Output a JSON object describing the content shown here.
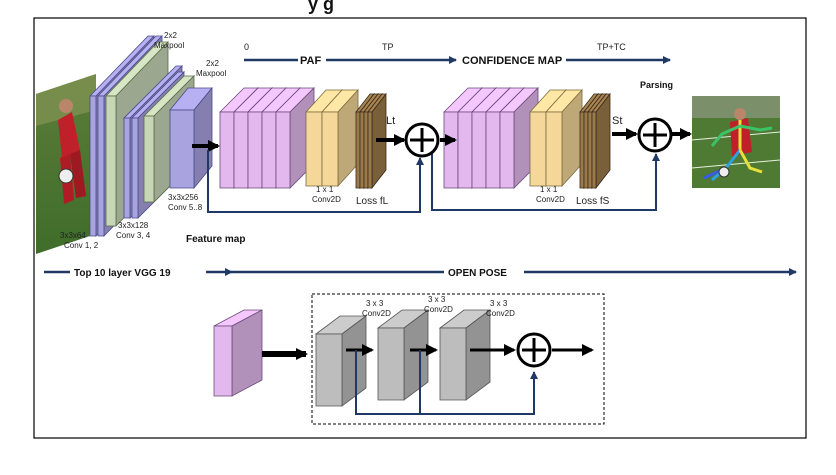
{
  "title_partial": "y          g",
  "layers": {
    "conv12": "3x3x64",
    "conv12_name": "Conv 1, 2",
    "conv34": "3x3x128",
    "conv34_name": "Conv 3, 4",
    "conv58": "3x3x256",
    "conv58_name": "Conv 5..8",
    "maxpool1_size": "2x2",
    "maxpool1_name": "Maxpool",
    "maxpool2_size": "2x2",
    "maxpool2_name": "Maxpool"
  },
  "feature_map": "Feature map",
  "stage_paf": {
    "conv_size": "1 x 1",
    "conv_name": "Conv2D",
    "loss": "Loss fL",
    "out": "Lt"
  },
  "stage_conf": {
    "conv_size": "1 x 1",
    "conv_name": "Conv2D",
    "loss": "Loss fS",
    "out": "St"
  },
  "timeline": {
    "t0": "0",
    "paf": "PAF",
    "tp": "TP",
    "confidence": "CONFIDENCE MAP",
    "tptc": "TP+TC",
    "parsing": "Parsing"
  },
  "bottom_bar": {
    "vgg": "Top 10 layer VGG 19",
    "openpose": "OPEN POSE"
  },
  "residual": {
    "c1_size": "3 x 3",
    "c1_name": "Conv2D",
    "c2_size": "3 x 3",
    "c2_name": "Conv2D",
    "c3_size": "3 x 3",
    "c3_name": "Conv2D"
  },
  "colors": {
    "navy": "#1f3864",
    "lavender": "#a9a3e0",
    "sage": "#c7d6b6",
    "violet": "#e3b8ee",
    "tan": "#f5d79a",
    "brown": "#9b7a4a",
    "gray": "#bdbdbd"
  }
}
